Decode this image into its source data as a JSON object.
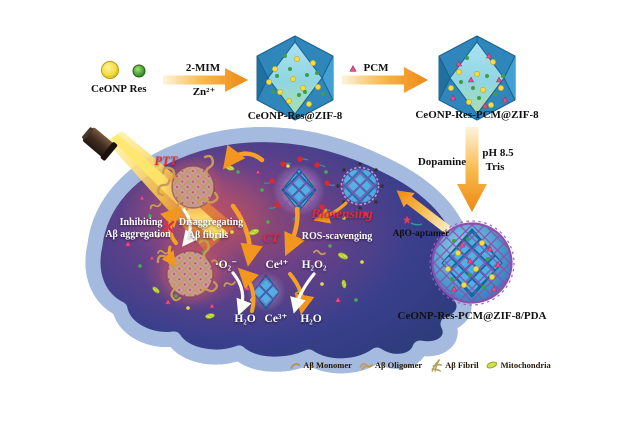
{
  "figure": {
    "reactants": {
      "ceonp": "CeONP",
      "res": "Res"
    },
    "step1": {
      "top": "2-MIM",
      "bottom": "Zn²⁺",
      "product": "CeONP-Res@ZIF-8"
    },
    "step2": {
      "label": "PCM",
      "product": "CeONP-Res-PCM@ZIF-8"
    },
    "step3": {
      "left": "Dopamine",
      "right_line1": "pH 8.5",
      "right_line2": "Tris",
      "product": "CeONP-Res-PCM@ZIF-8/PDA"
    },
    "aptamer_label": "AβO-aptamer"
  },
  "cell": {
    "ptt": "PTT",
    "inhibiting_line1": "Inhibiting",
    "inhibiting_line2": "Aβ aggregation",
    "disaggregating_line1": "Disaggregating",
    "disaggregating_line2": "Aβ fibrils",
    "biosensing": "Biosensing",
    "ct": "CT",
    "ros": "ROS-scavenging",
    "redox": {
      "o2": "·O₂⁻",
      "ce4": "Ce⁴⁺",
      "h2o2": "H₂O₂",
      "h2o_left": "H₂O",
      "ce3": "Ce³⁺",
      "h2o_right": "H₂O"
    }
  },
  "legend": {
    "items": [
      {
        "label": "Aβ Monomer",
        "icon": "ab-monomer-icon"
      },
      {
        "label": "Aβ Oligomer",
        "icon": "ab-oligomer-icon"
      },
      {
        "label": "Aβ Fibril",
        "icon": "ab-fibril-icon"
      },
      {
        "label": "Mitochondria",
        "icon": "mitochondria-icon"
      }
    ]
  },
  "colors": {
    "arrow_orange": "#f49a22",
    "cell_blue": "#3f63ae",
    "mesh_purple": "#8a4fb0",
    "crystal_blue": "#4fb0e4",
    "label_red": "#e8293c"
  }
}
